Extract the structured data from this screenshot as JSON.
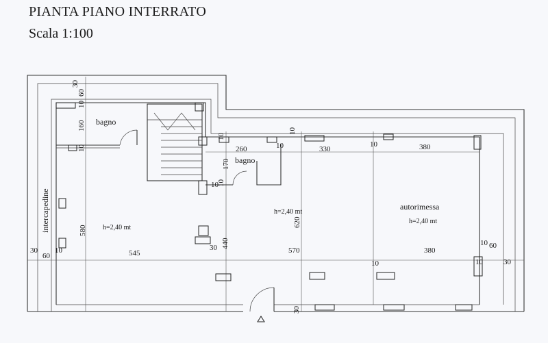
{
  "header": {
    "title": "PIANTA PIANO INTERRATO",
    "scale": "Scala 1:100"
  },
  "rooms": {
    "bagno_1": "bagno",
    "bagno_2": "bagno",
    "intercapedine": "intercapedine",
    "autorimessa": "autorimessa",
    "height_1": "h=2,40 mt",
    "height_2": "h=2,40 mt",
    "height_3": "h=2,40 mt"
  },
  "dimensions": {
    "d30_top": "30",
    "d60_top": "60",
    "d160": "160",
    "d10_a": "10",
    "d10_b": "10",
    "d580": "580",
    "d10_c": "10",
    "d10_d": "10",
    "d260": "260",
    "d170": "170",
    "d10_e": "10",
    "d10_f": "10",
    "d330": "330",
    "d10_g": "10",
    "d380_top": "380",
    "d620": "620",
    "d30_l": "30",
    "d60_l": "60",
    "d10_l": "10",
    "d545": "545",
    "d30_m": "30",
    "d440": "440",
    "d570": "570",
    "d380_bot": "380",
    "d10_r1": "10",
    "d60_r": "60",
    "d10_r2": "10",
    "d30_r": "30",
    "d10_mid": "10",
    "d30_bot": "30"
  }
}
